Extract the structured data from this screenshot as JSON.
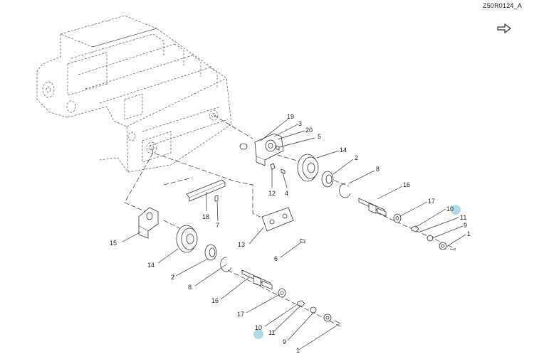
{
  "header": {
    "reference_code": "Z50R0124_A",
    "next_icon": "arrow-right-icon"
  },
  "callouts": [
    {
      "id": "c19",
      "label": "19"
    },
    {
      "id": "c3",
      "label": "3"
    },
    {
      "id": "c20",
      "label": "20"
    },
    {
      "id": "c5",
      "label": "5"
    },
    {
      "id": "c14a",
      "label": "14"
    },
    {
      "id": "c2a",
      "label": "2"
    },
    {
      "id": "c8a",
      "label": "8"
    },
    {
      "id": "c16a",
      "label": "16"
    },
    {
      "id": "c12",
      "label": "12"
    },
    {
      "id": "c4",
      "label": "4"
    },
    {
      "id": "c17a",
      "label": "17"
    },
    {
      "id": "c10a",
      "label": "10"
    },
    {
      "id": "c11a",
      "label": "11"
    },
    {
      "id": "c9a",
      "label": "9"
    },
    {
      "id": "c1a",
      "label": "1"
    },
    {
      "id": "c18",
      "label": "18"
    },
    {
      "id": "c7",
      "label": "7"
    },
    {
      "id": "c15",
      "label": "15"
    },
    {
      "id": "c13",
      "label": "13"
    },
    {
      "id": "c6",
      "label": "6"
    },
    {
      "id": "c14b",
      "label": "14"
    },
    {
      "id": "c2b",
      "label": "2"
    },
    {
      "id": "c8b",
      "label": "8"
    },
    {
      "id": "c16b",
      "label": "16"
    },
    {
      "id": "c17b",
      "label": "17"
    },
    {
      "id": "c10b",
      "label": "10"
    },
    {
      "id": "c11b",
      "label": "11"
    },
    {
      "id": "c9b",
      "label": "9"
    },
    {
      "id": "c1b",
      "label": "1"
    }
  ],
  "hotspot_color": "#9fd6e4"
}
